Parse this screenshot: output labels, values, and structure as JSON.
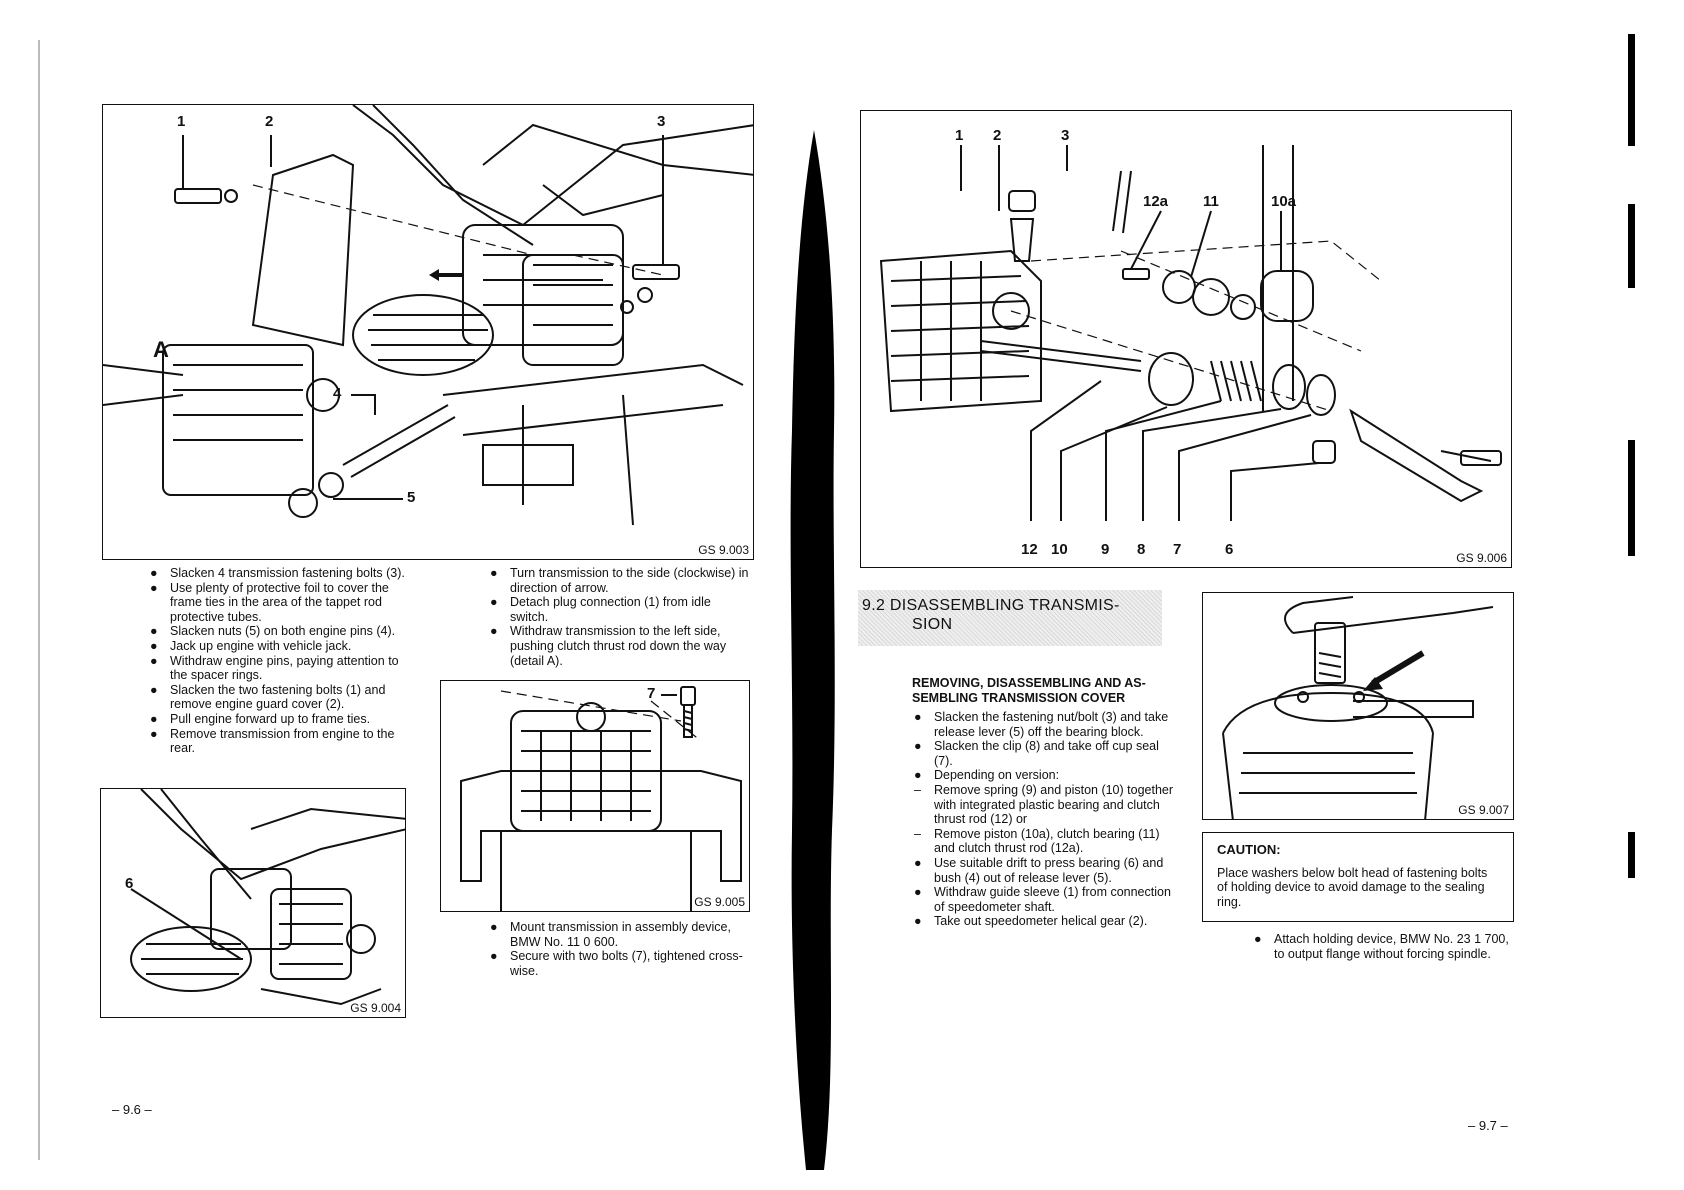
{
  "left_page": {
    "figure_main": {
      "id": "GS 9.003",
      "callouts": {
        "c1": "1",
        "c2": "2",
        "c3": "3",
        "cA": "A",
        "c4": "4",
        "c5": "5"
      }
    },
    "col1_bullets": [
      "Slacken 4 transmission fastening bolts (3).",
      "Use plenty of protective foil to cover the frame ties in the area of the tappet rod protective tubes.",
      "Slacken nuts (5) on both engine pins (4).",
      "Jack up engine with vehicle jack.",
      "Withdraw engine pins, paying attention to the spacer rings.",
      "Slacken the two fastening bolts (1) and remove engine guard cover (2).",
      "Pull engine forward up to frame ties.",
      "Remove transmission from engine to the rear."
    ],
    "col2_bullets": [
      "Turn transmission to the side (clockwise) in direction of arrow.",
      "Detach plug connection (1) from idle switch.",
      "Withdraw transmission to the left side, pushing clutch thrust rod down the way (detail A)."
    ],
    "figure_004": {
      "id": "GS 9.004",
      "callout": "6"
    },
    "figure_005": {
      "id": "GS 9.005",
      "callout": "7"
    },
    "col2_bullets_b": [
      "Mount transmission in assembly device, BMW No. 11 0 600.",
      "Secure with two bolts (7), tightened cross-wise."
    ],
    "page_number": "– 9.6 –"
  },
  "right_page": {
    "figure_006": {
      "id": "GS 9.006",
      "top_callouts": [
        "1",
        "2",
        "3",
        "12a",
        "11",
        "10a"
      ],
      "bottom_callouts": [
        "12",
        "10",
        "9",
        "8",
        "7",
        "6"
      ]
    },
    "section_heading": "9.2  DISASSEMBLING TRANSMISSION",
    "section_heading_line1": "9.2  DISASSEMBLING   TRANSMIS-",
    "section_heading_line2": "SION",
    "subheading": "REMOVING, DISASSEMBLING AND ASSEMBLING TRANSMISSION COVER",
    "subheading_line1": "REMOVING, DISASSEMBLING AND AS-",
    "subheading_line2": "SEMBLING TRANSMISSION COVER",
    "bullets": [
      {
        "mark": "●",
        "text": "Slacken the fastening nut/bolt (3) and take release lever (5) off the bearing block."
      },
      {
        "mark": "●",
        "text": "Slacken the clip (8) and take off cup seal (7)."
      },
      {
        "mark": "●",
        "text": "Depending on version:"
      },
      {
        "mark": "–",
        "text": "Remove spring (9) and piston (10) together with integrated plastic bearing and clutch thrust rod (12) or"
      },
      {
        "mark": "–",
        "text": "Remove piston (10a), clutch bearing (11) and clutch thrust rod (12a)."
      },
      {
        "mark": "●",
        "text": "Use suitable drift to press bearing (6) and bush (4) out of release lever (5)."
      },
      {
        "mark": "●",
        "text": "Withdraw guide sleeve (1) from connection of speedometer shaft."
      },
      {
        "mark": "●",
        "text": "Take out speedometer helical gear (2)."
      }
    ],
    "figure_007": {
      "id": "GS 9.007"
    },
    "caution_title": "CAUTION:",
    "caution_text": "Place washers below bolt head of fastening bolts of holding device to avoid damage to the sealing ring.",
    "bullet_attach": "Attach holding device, BMW No. 23 1 700, to output flange without forcing spindle.",
    "page_number": "– 9.7 –"
  },
  "colors": {
    "ink": "#111111",
    "paper": "#ffffff",
    "screen": "#dddddd"
  }
}
